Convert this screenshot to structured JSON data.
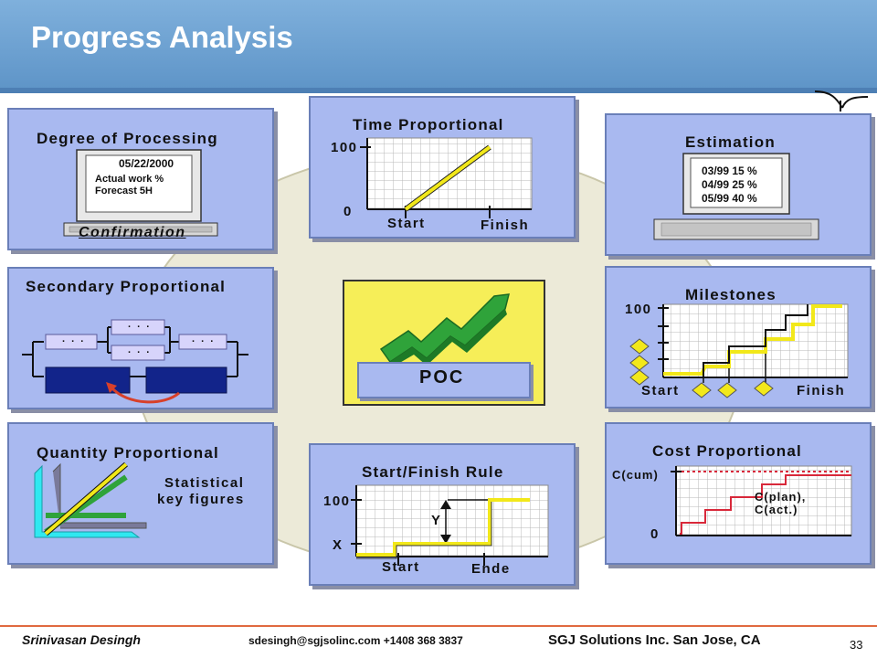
{
  "slide": {
    "title": "Progress Analysis",
    "page_number": "33"
  },
  "panels": {
    "degree_of_processing": {
      "title": "Degree of Processing",
      "date": "05/22/2000",
      "line1": "Actual work  %",
      "line2": "Forecast      5H",
      "caption": "Confirmation"
    },
    "time_proportional": {
      "title": "Time Proportional",
      "y_top": "100",
      "y_bottom": "0",
      "x_start": "Start",
      "x_end": "Finish"
    },
    "estimation": {
      "title": "Estimation",
      "rows": [
        "03/99  15 %",
        "04/99  25 %",
        "05/99  40 %"
      ]
    },
    "secondary_proportional": {
      "title": "Secondary Proportional",
      "box_text": ". . ."
    },
    "poc": {
      "label": "POC"
    },
    "milestones": {
      "title": "Milestones",
      "y_top": "100",
      "x_start": "Start",
      "x_end": "Finish"
    },
    "quantity_proportional": {
      "title": "Quantity Proportional",
      "text_line1": "Statistical",
      "text_line2": "key figures"
    },
    "start_finish_rule": {
      "title": "Start/Finish Rule",
      "y_top": "100",
      "y_mid": "X",
      "y_arrow": "Y",
      "x_start": "Start",
      "x_end": "Ende"
    },
    "cost_proportional": {
      "title": "Cost Proportional",
      "y_top": "C(cum)",
      "y_bottom": "0",
      "legend1": "C(plan),",
      "legend2": "C(act.)"
    }
  },
  "footer": {
    "author": "Srinivasan Desingh",
    "contact": "sdesingh@sgjsolinc.com  +1408 368 3837",
    "company": "SGJ Solutions Inc. San Jose, CA"
  },
  "colors": {
    "header": "#6a9fd0",
    "panel": "#a9b9f0",
    "accent_yellow": "#f2e81a",
    "plan_red": "#d8283a",
    "arrow_green": "#2fa33a"
  }
}
